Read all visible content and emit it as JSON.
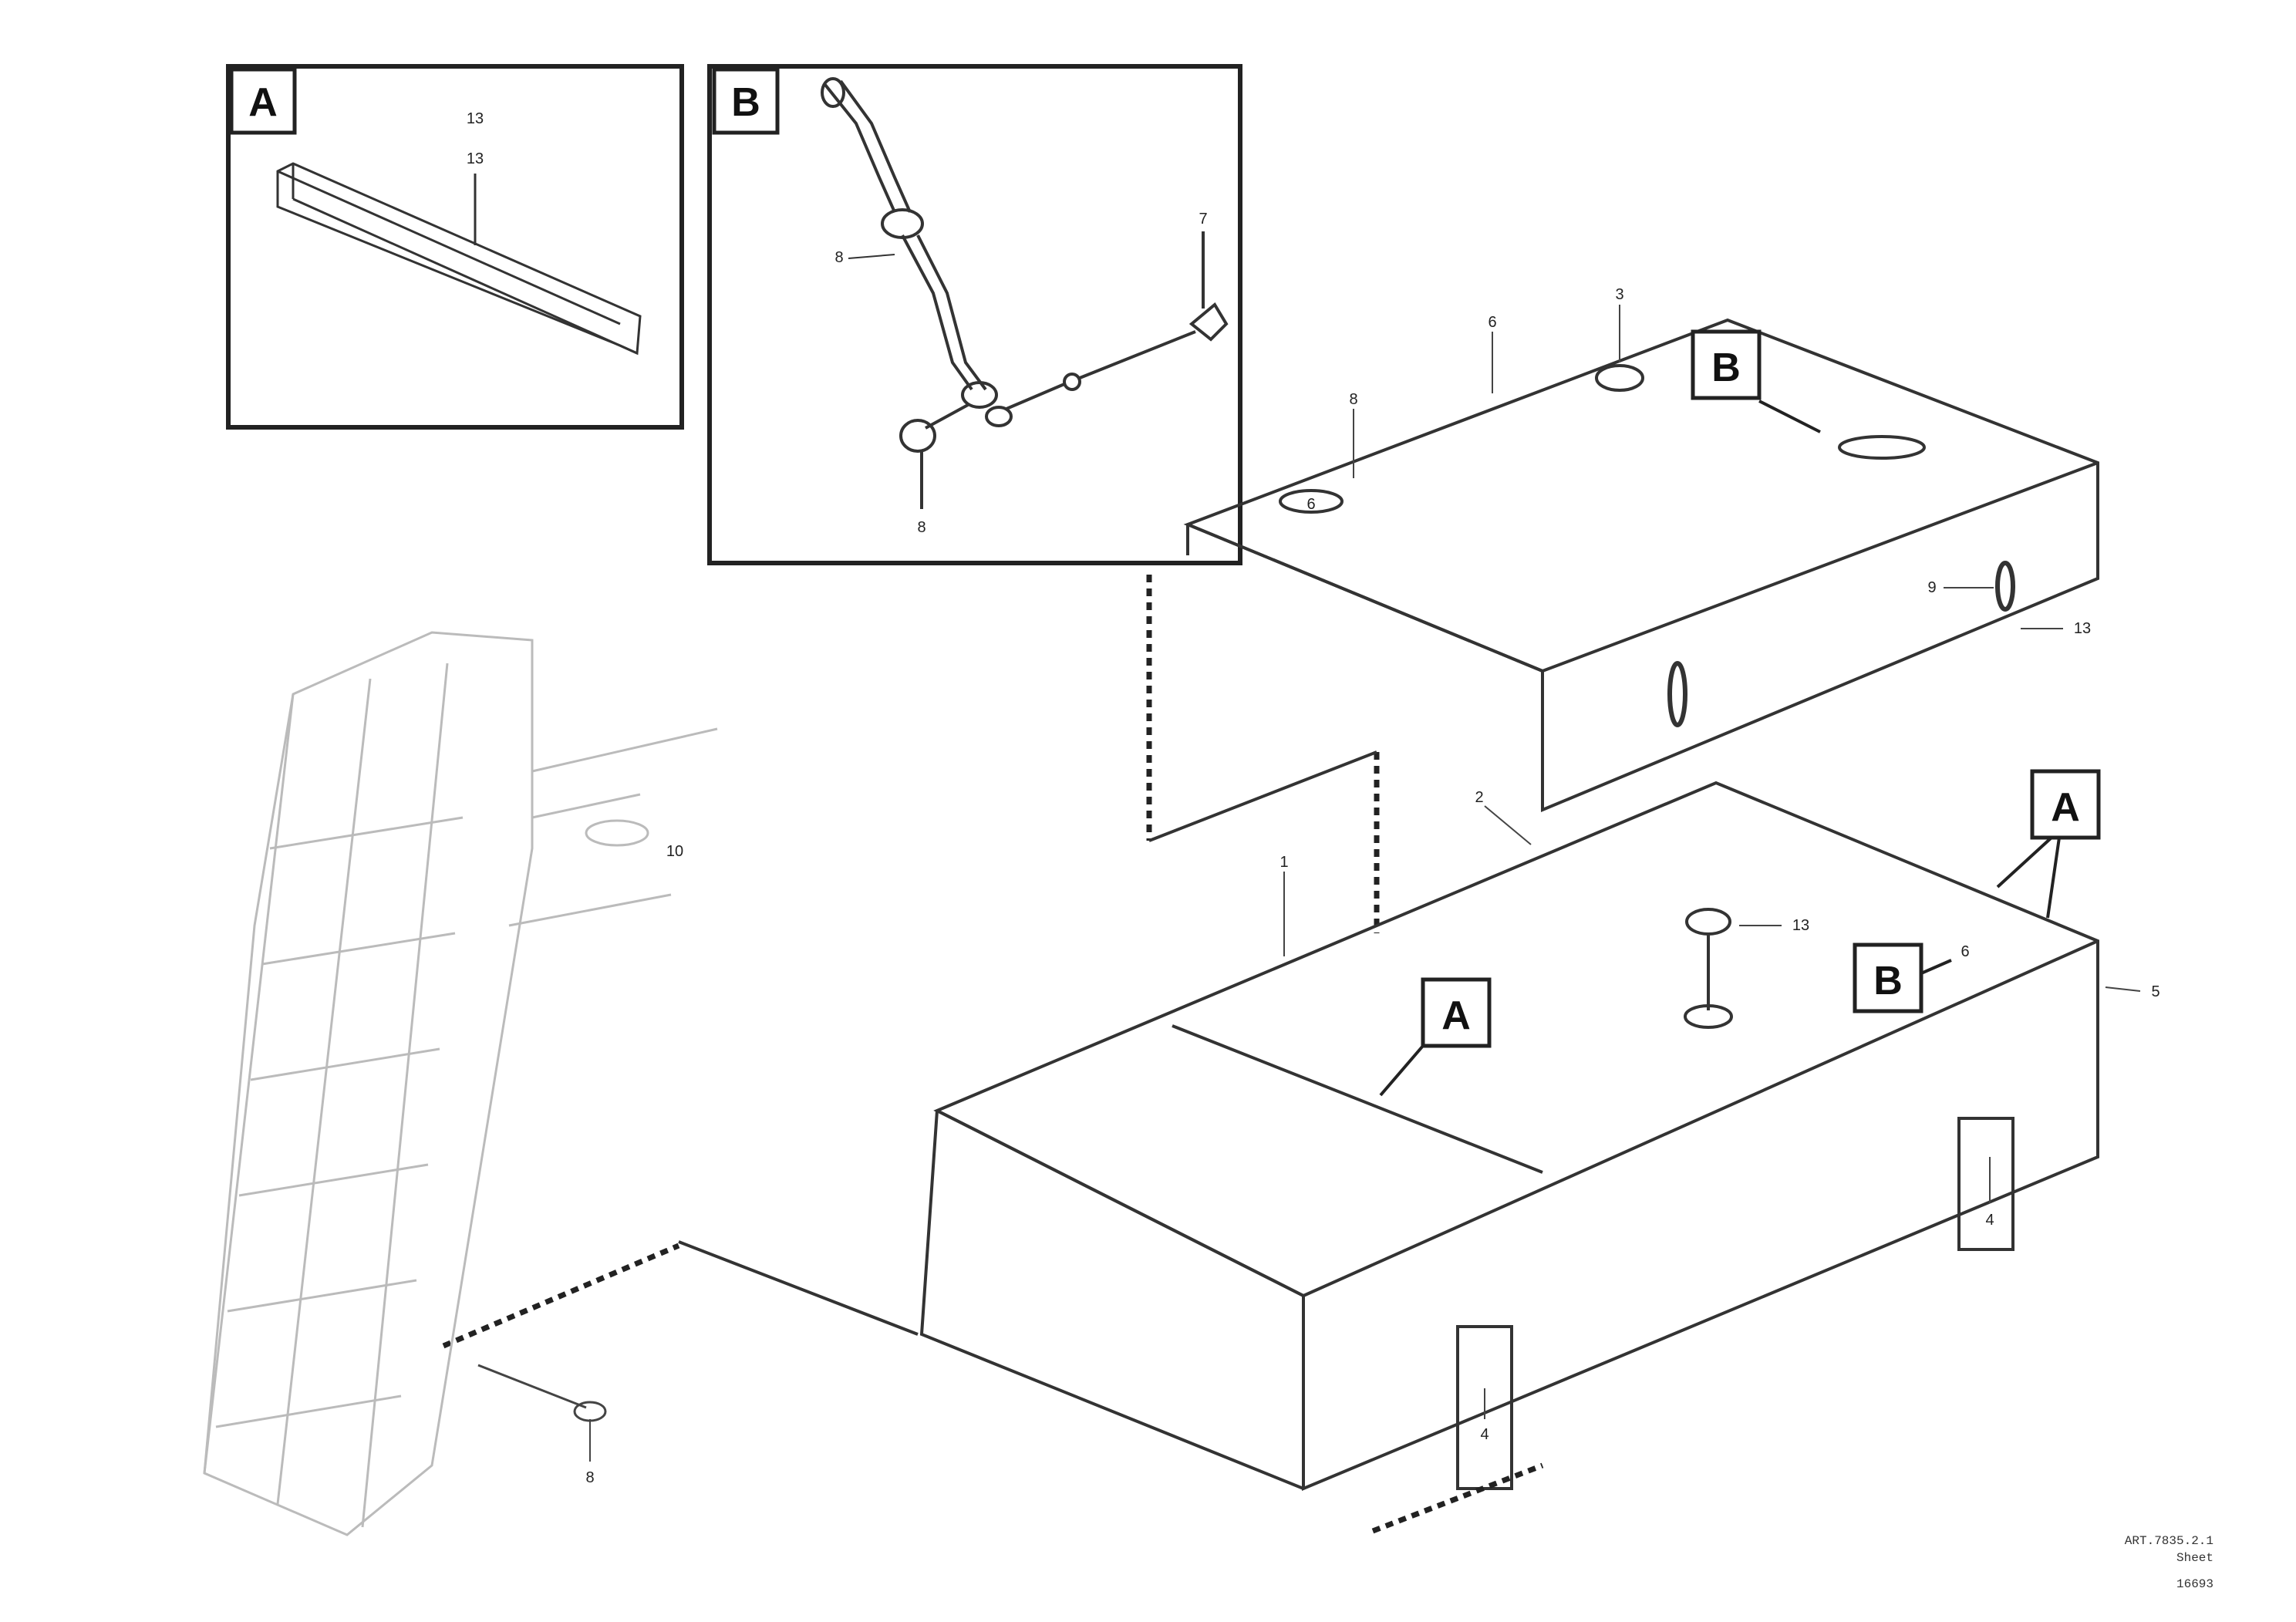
{
  "detail_views": {
    "A": {
      "letter": "A",
      "callouts": [
        "13",
        "13"
      ]
    },
    "B": {
      "letter": "B",
      "callouts": [
        "8",
        "7",
        "8"
      ]
    }
  },
  "main_callouts": {
    "c1": "3",
    "c2": "6",
    "c3": "8",
    "c4": "6",
    "c5": "9",
    "c6": "13",
    "c7": "2",
    "c8": "1",
    "c9": "13",
    "c10": "6",
    "c11": "5",
    "c12": "4",
    "c13": "4",
    "c14": "8",
    "c15": "10"
  },
  "main_markers": {
    "b_top": "B",
    "a_right": "A",
    "b_mid": "B",
    "a_mid": "A"
  },
  "reference_code": {
    "line1": "ART.7835.2.1",
    "line2": "Sheet",
    "line3": "16693"
  }
}
